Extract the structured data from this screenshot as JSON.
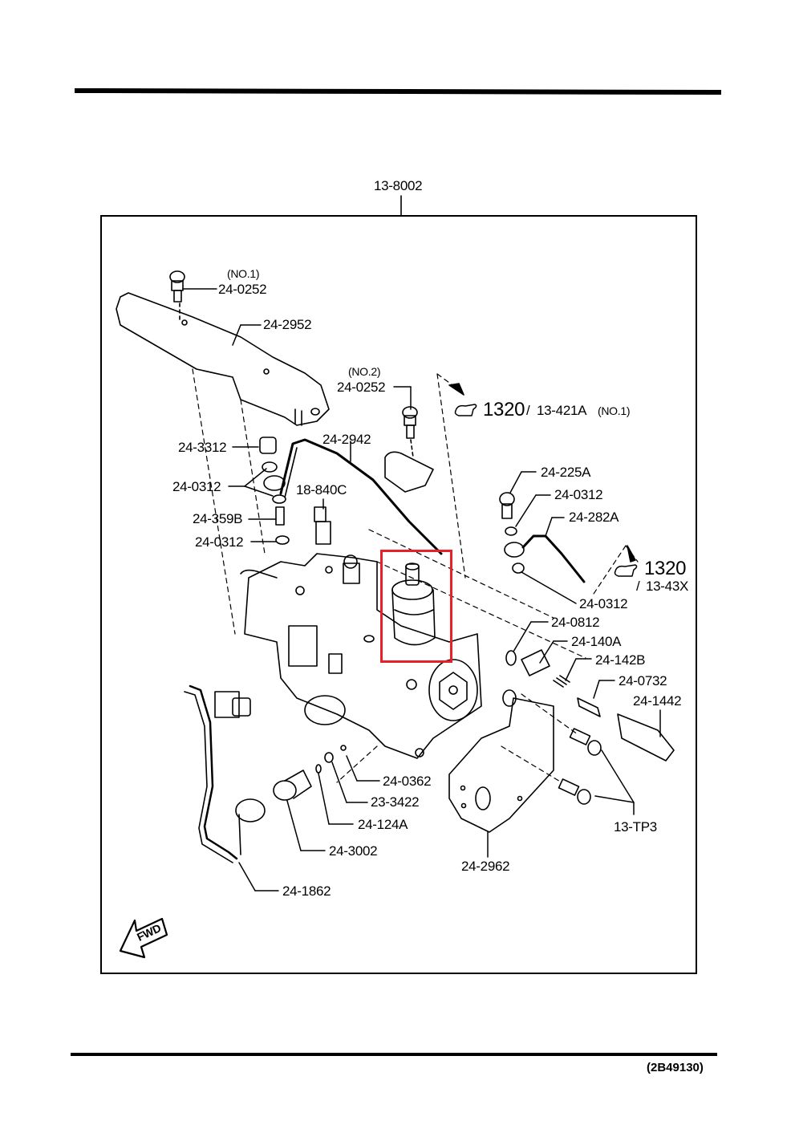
{
  "diagram": {
    "assembly_part": "13-8002",
    "reference_code": "(2B49130)",
    "fwd_label": "FWD",
    "highlight_color": "#e8202a",
    "parts": [
      {
        "id": "p1",
        "note": "(NO.1)",
        "number": "24-0252"
      },
      {
        "id": "p2",
        "number": "24-2952"
      },
      {
        "id": "p3",
        "note": "(NO.2)",
        "number": "24-0252"
      },
      {
        "id": "p4",
        "number": "24-3312"
      },
      {
        "id": "p5",
        "number": "24-2942"
      },
      {
        "id": "p6",
        "number": "24-0312"
      },
      {
        "id": "p7",
        "number": "18-840C"
      },
      {
        "id": "p8",
        "number": "24-359B"
      },
      {
        "id": "p9",
        "number": "24-0312"
      },
      {
        "id": "p10",
        "number": "24-225A"
      },
      {
        "id": "p11",
        "number": "24-0312"
      },
      {
        "id": "p12",
        "number": "24-282A"
      },
      {
        "id": "p13",
        "number": "24-0312"
      },
      {
        "id": "p14",
        "number": "24-0812"
      },
      {
        "id": "p15",
        "number": "24-140A"
      },
      {
        "id": "p16",
        "number": "24-142B"
      },
      {
        "id": "p17",
        "number": "24-0732"
      },
      {
        "id": "p18",
        "number": "24-1442"
      },
      {
        "id": "p19",
        "number": "13-TP3"
      },
      {
        "id": "p20",
        "number": "24-0362"
      },
      {
        "id": "p21",
        "number": "23-3422"
      },
      {
        "id": "p22",
        "number": "24-124A"
      },
      {
        "id": "p23",
        "number": "24-3002"
      },
      {
        "id": "p24",
        "number": "24-2962"
      },
      {
        "id": "p25",
        "number": "24-1862"
      }
    ],
    "references": [
      {
        "section": "1320",
        "separator": "/",
        "part": "13-421A",
        "note": "(NO.1)"
      },
      {
        "section": "1320",
        "separator": "/",
        "part": "13-43X"
      }
    ]
  }
}
